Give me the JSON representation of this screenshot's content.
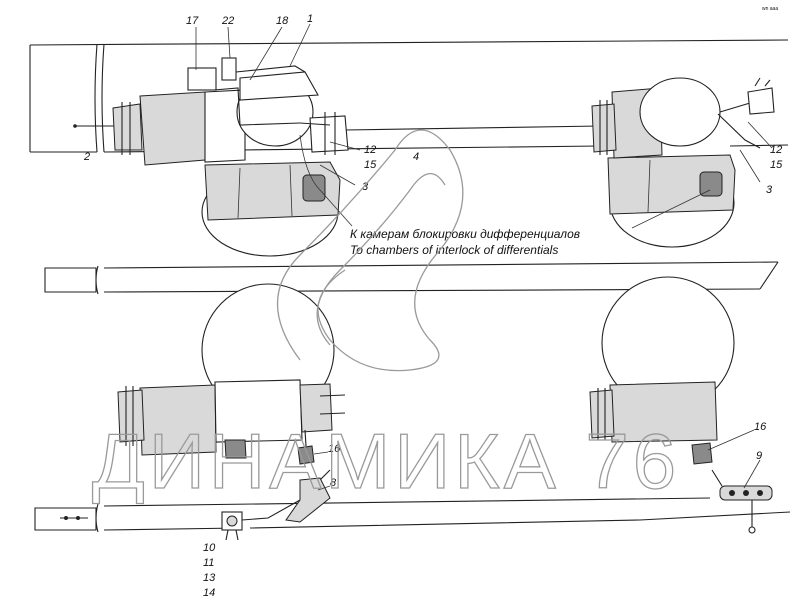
{
  "corner_mark": "wn aaa",
  "callouts": {
    "c17": "17",
    "c22": "22",
    "c18": "18",
    "c1": "1",
    "c2": "2",
    "c4": "4",
    "c12a": "12",
    "c15a": "15",
    "c3a": "3",
    "c12b": "12",
    "c15b": "15",
    "c3b": "3",
    "c16a": "16",
    "c8": "8",
    "c16b": "16",
    "c9": "9",
    "c10": "10",
    "c11": "11",
    "c13": "13",
    "c14": "14"
  },
  "caption": {
    "ru": "К камерам блокировки дифференциалов",
    "en": "To chambers of interlock of differentials"
  },
  "watermark": {
    "text": "ДИНАМИКА 76",
    "color": "#9a9a9a"
  }
}
